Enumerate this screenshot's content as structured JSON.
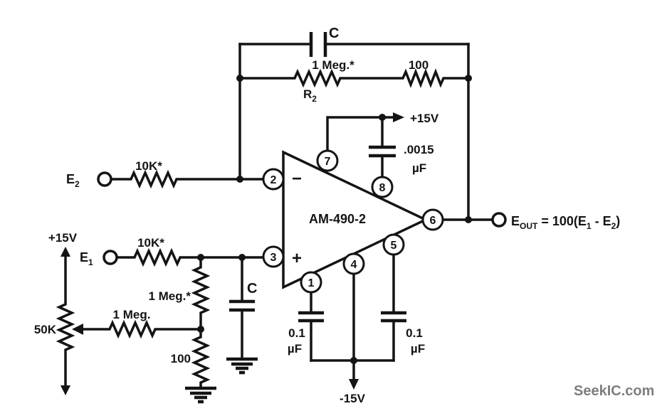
{
  "colors": {
    "ink": "#141414",
    "background": "#ffffff",
    "watermark": "#7e7e7e"
  },
  "opamp": {
    "name": "AM-490-2",
    "minus": "−",
    "plus": "+",
    "pins": {
      "p1": "1",
      "p2": "2",
      "p3": "3",
      "p4": "4",
      "p5": "5",
      "p6": "6",
      "p7": "7",
      "p8": "8"
    }
  },
  "feedback": {
    "cap_label": "C",
    "r2_value": "1 Meg.*",
    "r2_name": "R",
    "r2_sub": "2",
    "r_series": "100"
  },
  "supply": {
    "pos_top": "+15V",
    "bypass_value": ".0015",
    "bypass_unit": "µF",
    "pos_left": "+15V",
    "neg": "-15V"
  },
  "inputs": {
    "e2": {
      "name": "E",
      "sub": "2",
      "resistor": "10K*"
    },
    "e1": {
      "name": "E",
      "sub": "1",
      "resistor": "10K*"
    }
  },
  "offset": {
    "pot": "50K",
    "r_wiper": "1 Meg.",
    "r_meg": "1 Meg.*",
    "r_ground": "100",
    "cap_label": "C"
  },
  "decoupling": {
    "left_value": "0.1",
    "left_unit": "µF",
    "right_value": "0.1",
    "right_unit": "µF"
  },
  "output": {
    "e": "E",
    "sub": "OUT",
    "eq": " = 100(E",
    "sub1": "1",
    "dash": " - E",
    "sub2": "2",
    "close": ")"
  },
  "watermark": "SeekIC.com"
}
